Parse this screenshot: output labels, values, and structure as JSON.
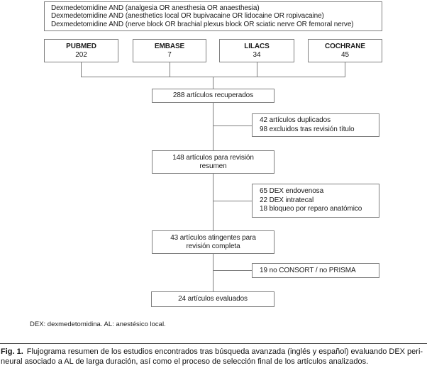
{
  "figure": {
    "search_strategy": {
      "line1": "Dexmedetomidine AND (analgesia OR anesthesia OR anaesthesia)",
      "line2": "Dexmedetomidine AND (anesthetics local OR bupivacaine OR lidocaine OR ropivacaine)",
      "line3": "Dexmedetomidine AND (nerve block OR brachial plexus block OR sciatic nerve OR femoral nerve)"
    },
    "databases": [
      {
        "name": "PUBMED",
        "count": "202"
      },
      {
        "name": "EMBASE",
        "count": "7"
      },
      {
        "name": "LILACS",
        "count": "34"
      },
      {
        "name": "COCHRANE",
        "count": "45"
      }
    ],
    "flow": {
      "retrieved": "288 artículos recuperados",
      "abstract_review": "148 artículos para revisión\nresumen",
      "full_review": "43 artículos atingentes para\nrevisión completa",
      "evaluated": "24 artículos evaluados"
    },
    "exclusions": {
      "after_retrieval": "42 artículos duplicados\n98 excluidos tras revisión título",
      "after_abstract": "65 DEX endovenosa\n22 DEX intratecal\n18 bloqueo por reparo anatómico",
      "after_full": "19 no CONSORT / no PRISMA"
    },
    "footnote": "DEX: dexmedetomidina. AL: anestésico local."
  },
  "caption": {
    "fig_label": "Fig. 1.",
    "line1": "Flujograma resumen de los estudios encontrados tras búsqueda avanzada (inglés y español) evaluando DEX peri-",
    "line2": "neural asociado a AL de larga duración, así como el proceso de selección final de los artículos analizados."
  },
  "colors": {
    "box_border": "#7f7f7f",
    "connector_line": "#7f7f7f",
    "text": "#1a1a1a",
    "background": "#ffffff"
  }
}
